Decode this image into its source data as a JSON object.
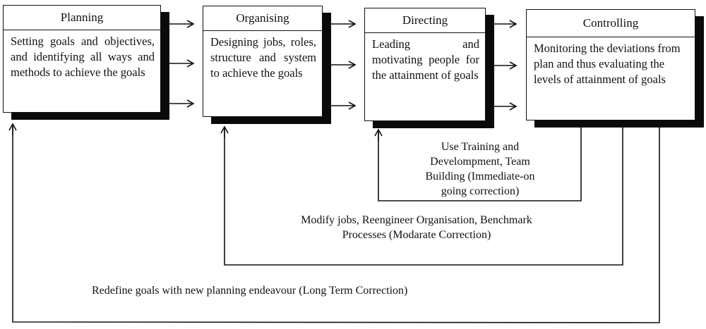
{
  "diagram": {
    "boxes": [
      {
        "title": "Planning",
        "body": "Setting goals and objectives, and identifying all ways and methods to achieve the goals"
      },
      {
        "title": "Organising",
        "body": "Designing jobs, roles, structure and system to achieve the goals"
      },
      {
        "title": "Directing",
        "body": "Leading and motivating people for the attainment of goals"
      },
      {
        "title": "Controlling",
        "body": "Monitoring the deviations from plan and thus evaluating the levels of attainment of goals"
      }
    ],
    "feedback_loops": [
      {
        "label": "Use Training and Development, Team Building (Immediate-on going correction)",
        "label_lines": [
          "Use Training and",
          "Develompment, Team",
          "Building (Immediate-on",
          "going correction)"
        ],
        "from": "Controlling",
        "to": "Directing"
      },
      {
        "label": "Modify jobs, Reengineer Organisation, Benchmark Processes (Modarate Correction)",
        "label_lines": [
          "Modify jobs, Reengineer Organisation, Benchmark",
          "Processes (Modarate Correction)"
        ],
        "from": "Controlling",
        "to": "Organising"
      },
      {
        "label": "Redefine goals with new planning endeavour (Long Term Correction)",
        "label_lines": [
          "Redefine goals with new planning endeavour (Long Term Correction)"
        ],
        "from": "Controlling",
        "to": "Planning"
      }
    ]
  }
}
